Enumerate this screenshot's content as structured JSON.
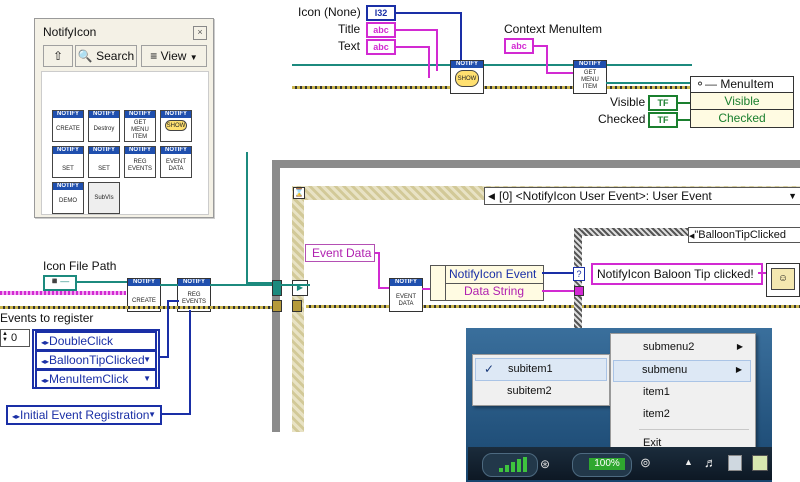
{
  "palette": {
    "title": "NotifyIcon",
    "close_glyph": "×",
    "toolbar": {
      "up_icon": "up-arrow-icon",
      "search_label": "Search",
      "view_label": "View"
    },
    "icons": [
      {
        "header": "NOTIFY",
        "label": "CREATE"
      },
      {
        "header": "NOTIFY",
        "label": "Destroy"
      },
      {
        "header": "NOTIFY",
        "label": "GET MENU ITEM"
      },
      {
        "header": "NOTIFY",
        "label": "SHOW"
      },
      {
        "header": "NOTIFY",
        "label": "SET"
      },
      {
        "header": "NOTIFY",
        "label": "SET"
      },
      {
        "header": "NOTIFY",
        "label": "REG EVENTS"
      },
      {
        "header": "NOTIFY",
        "label": "EVENT DATA"
      },
      {
        "header": "NOTIFY",
        "label": "DEMO"
      },
      {
        "header": "",
        "label": "SubVIs"
      }
    ]
  },
  "top_diagram": {
    "icon_label": "Icon (None)",
    "icon_type": "I32",
    "title_label": "Title",
    "text_label": "Text",
    "string_type": "abc",
    "context_label": "Context MenuItem",
    "show_node": {
      "header": "NOTIFY",
      "label": "SHOW"
    },
    "getmenu_node": {
      "header": "NOTIFY",
      "label": "GET MENU ITEM"
    },
    "menuitem_cluster": "MenuItem",
    "visible_label": "Visible",
    "checked_label": "Checked",
    "tf_type": "TF",
    "prop_visible": "Visible",
    "prop_checked": "Checked"
  },
  "left_diagram": {
    "icon_file_path_label": "Icon File Path",
    "create_node": {
      "header": "NOTIFY",
      "label": "CREATE"
    },
    "reg_node": {
      "header": "NOTIFY",
      "label": "REG EVENTS"
    },
    "events_label": "Events to register",
    "index_value": "0",
    "events": [
      "DoubleClick",
      "BalloonTipClicked",
      "MenuItemClick"
    ],
    "initial_registration": "Initial Event Registration"
  },
  "event_structure": {
    "case_label": "[0] <NotifyIcon User Event>: User Event",
    "event_data_label": "Event Data",
    "event_data_node": {
      "header": "NOTIFY",
      "label": "EVENT DATA"
    },
    "unbundle_title": "NotifyIcon Event",
    "unbundle_field": "Data String",
    "case_selector": "\"BalloonTipClicked",
    "message_string": "NotifyIcon Baloon Tip clicked!"
  },
  "popup": {
    "submenu_items": [
      "subitem1",
      "subitem2"
    ],
    "main_items": [
      "submenu2",
      "submenu",
      "item1",
      "item2",
      "Exit"
    ],
    "checkmark": "✓",
    "arrow": "▶",
    "battery": "100%",
    "icons": [
      "signal-bars-icon",
      "wireless-icon",
      "power-plug-icon",
      "show-hidden-icon",
      "volume-icon",
      "usb-icon",
      "notify-tray-icon"
    ]
  }
}
